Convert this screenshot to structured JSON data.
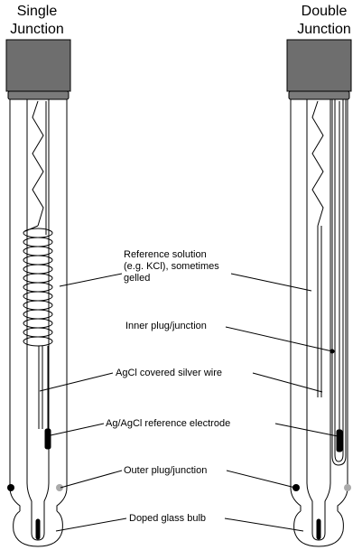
{
  "headers": {
    "single_line1": "Single",
    "single_line2": "Junction",
    "double_line1": "Double",
    "double_line2": "Junction"
  },
  "labels": {
    "reference_solution_line1": "Reference solution",
    "reference_solution_line2": "(e.g. KCl), sometimes",
    "reference_solution_line3": "gelled",
    "inner_plug": "Inner plug/junction",
    "agcl_wire": "AgCl covered silver wire",
    "reference_electrode": "Ag/AgCl reference electrode",
    "outer_plug": "Outer plug/junction",
    "glass_bulb": "Doped glass bulb"
  },
  "colors": {
    "cap": "#6e6e6e",
    "cap_collar": "#7a7a7a",
    "line": "#000000",
    "junction_grey": "#aaaaaa"
  }
}
